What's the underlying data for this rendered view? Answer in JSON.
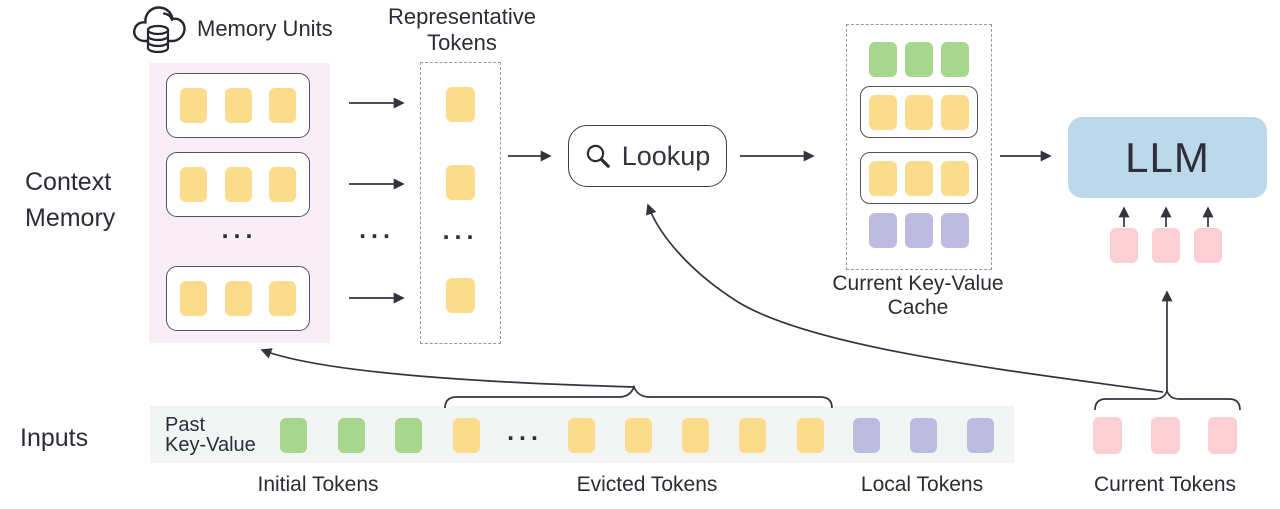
{
  "labels": {
    "memory_units": "Memory Units",
    "representative_tokens": [
      "Representative",
      "Tokens"
    ],
    "context_memory": [
      "Context",
      "Memory"
    ],
    "lookup": "Lookup",
    "current_kv_cache": [
      "Current Key-Value",
      "Cache"
    ],
    "llm": "LLM",
    "inputs": "Inputs",
    "past_key_value": [
      "Past",
      "Key-Value"
    ],
    "initial_tokens": "Initial Tokens",
    "evicted_tokens": "Evicted Tokens",
    "local_tokens": "Local Tokens",
    "current_tokens": "Current Tokens",
    "ellipsis": "..."
  },
  "icons": {
    "cloud_database_icon": "cloud with database cylinder (memory units)",
    "search_icon": "magnifying glass inside Lookup button"
  },
  "colors": {
    "token_yellow": "#FBDC8D",
    "token_green": "#A7D78E",
    "token_purple": "#BFBBE0",
    "token_pink": "#FBCFD4",
    "memory_panel_bg": "#FAEEF6",
    "llm_bg": "#BCD9EB",
    "input_strip_bg": "#F3F5F5",
    "line_color": "#33343D",
    "text_color": "#2B2C35"
  },
  "structure": {
    "context_memory_units_shown": 3,
    "tokens_per_memory_unit": 3,
    "memory_has_more_indicator": true,
    "representative_tokens_shown": 3,
    "current_kv_cache_rows": [
      {
        "type": "initial-tokens",
        "color": "green",
        "count": 3,
        "boxed": false
      },
      {
        "type": "retrieved-memory-unit",
        "color": "yellow",
        "count": 3,
        "boxed": true
      },
      {
        "type": "retrieved-memory-unit",
        "color": "yellow",
        "count": 3,
        "boxed": true
      },
      {
        "type": "local-tokens",
        "color": "purple",
        "count": 3,
        "boxed": false
      }
    ],
    "input_sequence": [
      {
        "group": "initial",
        "color": "green",
        "count": 3
      },
      {
        "group": "evicted",
        "color": "yellow",
        "count": 1
      },
      {
        "group": "ellipsis"
      },
      {
        "group": "evicted",
        "color": "yellow",
        "count": 5
      },
      {
        "group": "local",
        "color": "purple",
        "count": 3
      }
    ],
    "current_tokens_shown": 3,
    "flows": [
      "memory units -> representative tokens",
      "representative tokens -> lookup",
      "lookup -> current key-value cache",
      "current key-value cache -> llm",
      "current tokens -> lookup (curved arrow)",
      "evicted tokens -> context memory (curved arrow)",
      "current tokens -> llm input tokens (vertical arrow)"
    ]
  }
}
